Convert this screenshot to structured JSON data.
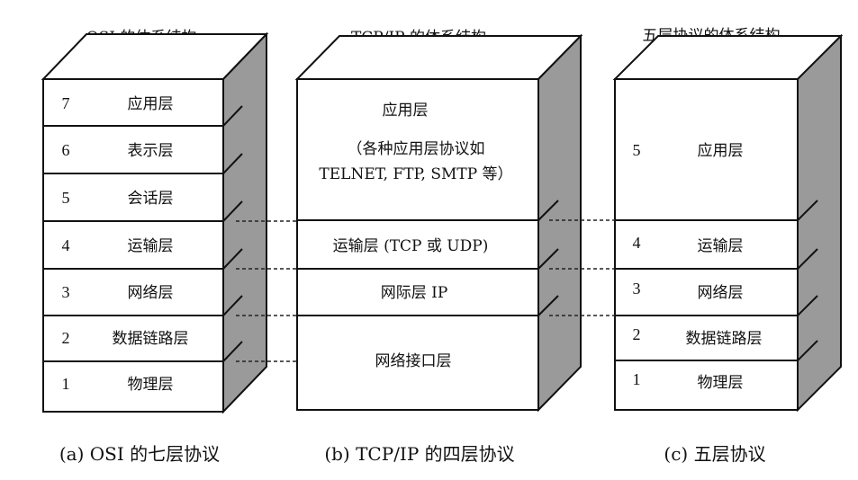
{
  "osi": {
    "title": "OSI 的体系结构",
    "caption": "(a) OSI 的七层协议",
    "layers": [
      {
        "num": "7",
        "name": "应用层"
      },
      {
        "num": "6",
        "name": "表示层"
      },
      {
        "num": "5",
        "name": "会话层"
      },
      {
        "num": "4",
        "name": "运输层"
      },
      {
        "num": "3",
        "name": "网络层"
      },
      {
        "num": "2",
        "name": "数据链路层"
      },
      {
        "num": "1",
        "name": "物理层"
      }
    ]
  },
  "tcpip": {
    "title": "TCP/IP 的体系结构",
    "caption": "(b) TCP/IP 的四层协议",
    "layers": [
      {
        "name": "应用层",
        "detail_line1": "（各种应用层协议如",
        "detail_line2": "TELNET, FTP, SMTP 等）"
      },
      {
        "name": "运输层 (TCP 或 UDP)"
      },
      {
        "name": "网际层 IP"
      },
      {
        "name": "网络接口层"
      }
    ]
  },
  "five": {
    "title": "五层协议的体系结构",
    "caption": "(c) 五层协议",
    "layers": [
      {
        "num": "5",
        "name": "应用层"
      },
      {
        "num": "4",
        "name": "运输层"
      },
      {
        "num": "3",
        "name": "网络层"
      },
      {
        "num": "2",
        "name": "数据链路层"
      },
      {
        "num": "1",
        "name": "物理层"
      }
    ]
  }
}
